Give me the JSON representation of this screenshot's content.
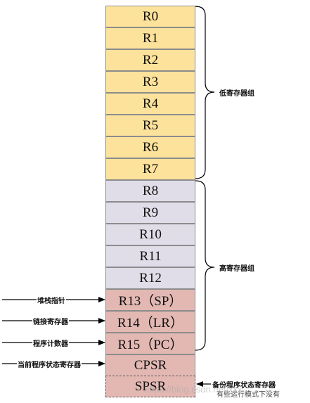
{
  "registers": [
    {
      "label": "R0",
      "color": "#fde29b"
    },
    {
      "label": "R1",
      "color": "#fde29b"
    },
    {
      "label": "R2",
      "color": "#fde29b"
    },
    {
      "label": "R3",
      "color": "#fde29b"
    },
    {
      "label": "R4",
      "color": "#fde29b"
    },
    {
      "label": "R5",
      "color": "#fde29b"
    },
    {
      "label": "R6",
      "color": "#fde29b"
    },
    {
      "label": "R7",
      "color": "#fde29b"
    },
    {
      "label": "R8",
      "color": "#e0dce8"
    },
    {
      "label": "R9",
      "color": "#e0dce8"
    },
    {
      "label": "R10",
      "color": "#e0dce8"
    },
    {
      "label": "R11",
      "color": "#e0dce8"
    },
    {
      "label": "R12",
      "color": "#e0dce8"
    },
    {
      "label": "R13（SP）",
      "color": "#e3b8b3"
    },
    {
      "label": "R14（LR）",
      "color": "#e3b8b3"
    },
    {
      "label": "R15（PC）",
      "color": "#e3b8b3"
    },
    {
      "label": "CPSR",
      "color": "#e3b8b3"
    },
    {
      "label": "SPSR",
      "color": "#e3b8b3"
    }
  ],
  "groups": {
    "low": "低寄存器组",
    "high": "高寄存器组"
  },
  "left_labels": {
    "sp": "堆栈指针",
    "lr": "链接寄存器",
    "pc": "程序计数器",
    "cpsr": "当前程序状态寄存器"
  },
  "spsr_note": {
    "line1": "备份程序状态寄存器",
    "line2": "有些运行模式下没有"
  },
  "watermark": "https://blog.csdn.net/xxx"
}
